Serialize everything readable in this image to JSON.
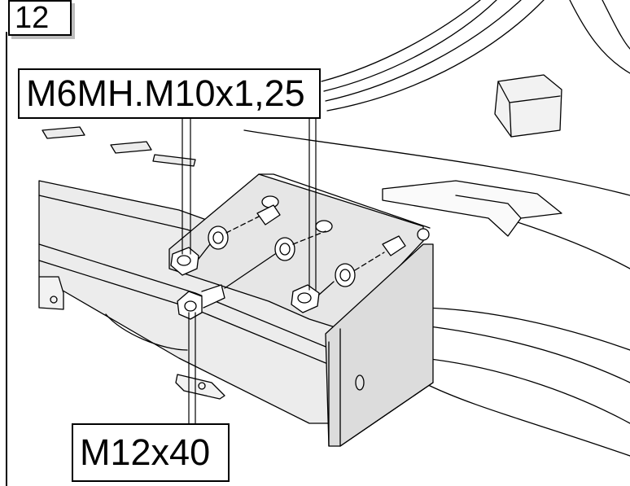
{
  "diagram": {
    "step_number": "12",
    "callouts": {
      "nut_label": "M6MH.M10x1,25",
      "bolt_label": "M12x40"
    }
  }
}
